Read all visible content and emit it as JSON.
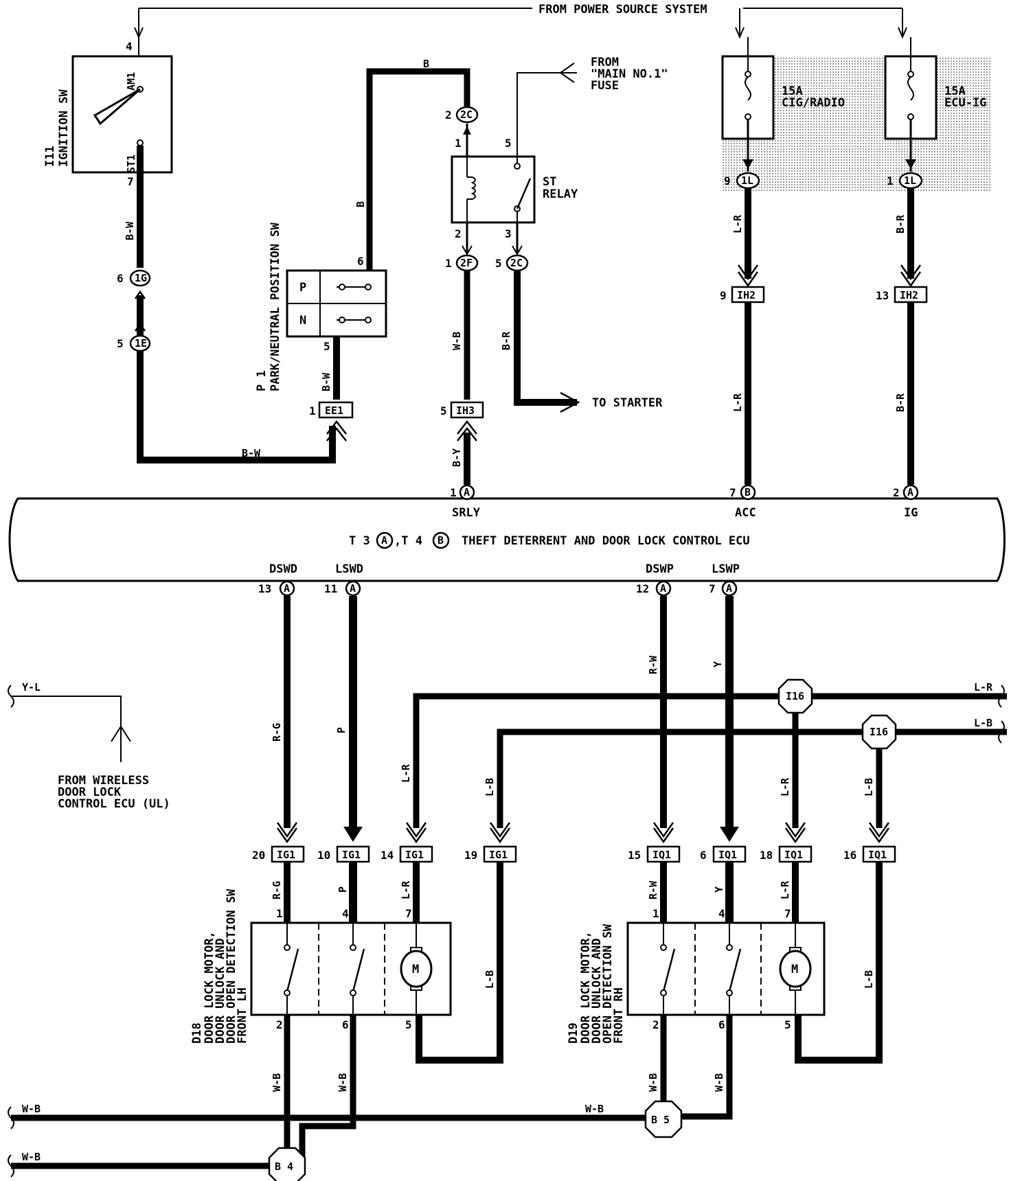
{
  "power_source": "FROM POWER SOURCE SYSTEM",
  "components": {
    "ignition_sw": {
      "line1": "I11",
      "line2": "IGNITION SW",
      "am1": "AM1",
      "st1": "ST1"
    },
    "park_sw": {
      "line1": "P 1",
      "line2": "PARK/NEUTRAL POSITION SW",
      "p": "P",
      "n": "N"
    },
    "st_relay": {
      "line1": "ST",
      "line2": "RELAY"
    },
    "main_fuse": {
      "line1": "FROM",
      "line2": "\"MAIN NO.1\"",
      "line3": "FUSE"
    },
    "fuse_cig": {
      "amp": "15A",
      "name": "CIG/RADIO"
    },
    "fuse_ecu": {
      "amp": "15A",
      "name": "ECU-IG"
    },
    "to_starter": "TO STARTER",
    "ecu_title": "THEFT DETERRENT AND DOOR LOCK CONTROL ECU",
    "ecu_prefix_a": "T 3",
    "ecu_prefix_b": ",T 4",
    "ecu_pins": {
      "srly": "SRLY",
      "acc": "ACC",
      "ig": "IG",
      "dswd": "DSWD",
      "lswd": "LSWD",
      "dswp": "DSWP",
      "lswp": "LSWP"
    },
    "d18": {
      "code": "D18",
      "l1": "DOOR LOCK MOTOR,",
      "l2": "DOOR UNLOCK AND",
      "l3": "DOOR OPEN DETECTION SW",
      "l4": "FRONT LH"
    },
    "d19": {
      "code": "D19",
      "l1": "DOOR LOCK MOTOR,",
      "l2": "DOOR UNLOCK AND",
      "l3": "OPEN DETECTION SW",
      "l4": "FRONT RH"
    },
    "wireless": {
      "l1": "FROM WIRELESS",
      "l2": "DOOR LOCK",
      "l3": "CONTROL ECU (UL)"
    },
    "motor": "M"
  },
  "connectors": {
    "c1g": "1G",
    "c1e": "1E",
    "c2c": "2C",
    "c2f": "2F",
    "c1l": "1L",
    "ee1": "EE1",
    "ih2": "IH2",
    "ih3": "IH3",
    "ig1": "IG1",
    "iq1": "IQ1",
    "i16": "I16",
    "b4": "B 4",
    "b5": "B 5",
    "a": "A",
    "b": "B"
  },
  "wires": {
    "bw": "B-W",
    "b": "B",
    "wb": "W-B",
    "br": "B-R",
    "by": "B-Y",
    "lr": "L-R",
    "rg": "R-G",
    "p": "P",
    "lb": "L-B",
    "rw": "R-W",
    "y": "Y",
    "yl": "Y-L"
  },
  "pins": {
    "p1": "1",
    "p2": "2",
    "p3": "3",
    "p4": "4",
    "p5": "5",
    "p6": "6",
    "p7": "7",
    "p9": "9",
    "p10": "10",
    "p11": "11",
    "p12": "12",
    "p13": "13",
    "p14": "14",
    "p15": "15",
    "p16": "16",
    "p18": "18",
    "p19": "19",
    "p20": "20"
  }
}
